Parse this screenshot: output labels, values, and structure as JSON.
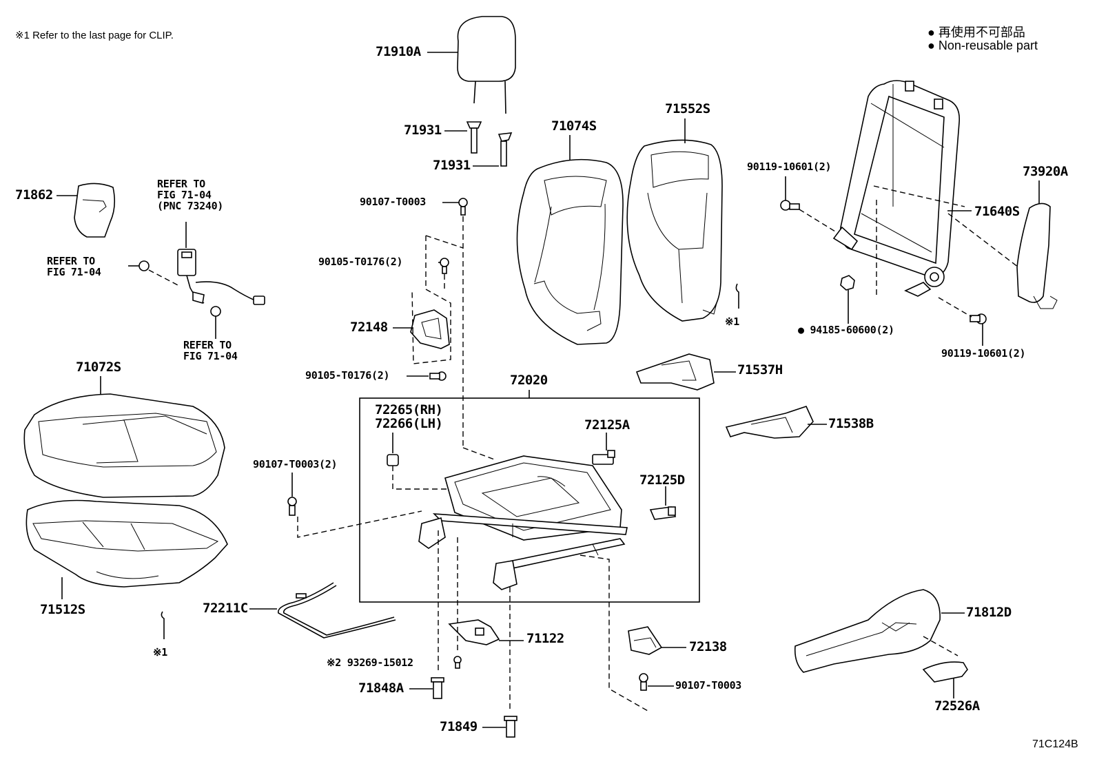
{
  "header": {
    "note_clip": "※1 Refer to the last page for CLIP.",
    "legend_jp": "● 再使用不可部品",
    "legend_en": "● Non-reusable part",
    "figure_code": "71C124B"
  },
  "parts": {
    "p71910A": "71910A",
    "p71931_a": "71931",
    "p71931_b": "71931",
    "p71074S": "71074S",
    "p71552S": "71552S",
    "p90119_a": "90119-10601(2)",
    "p73920A": "73920A",
    "p71640S": "71640S",
    "p71862": "71862",
    "seatbelt_ref": "REFER TO\nFIG 71-04\n(PNC 73240)",
    "ref_a": "REFER TO\nFIG 71-04",
    "ref_b": "REFER TO\nFIG 71-04",
    "p90107_a": "90107-T0003",
    "p90105_a": "90105-T0176(2)",
    "p72148": "72148",
    "p90105_b": "90105-T0176(2)",
    "clip_ref_a": "※1",
    "p94185": "● 94185-60600(2)",
    "p90119_b": "90119-10601(2)",
    "p71537H": "71537H",
    "p71072S": "71072S",
    "p72020": "72020",
    "p72265": "72265(RH)",
    "p72266": "72266(LH)",
    "p72125A": "72125A",
    "p71538B": "71538B",
    "p90107_b": "90107-T0003(2)",
    "p72125D": "72125D",
    "p71512S": "71512S",
    "clip_ref_b": "※1",
    "p72211C": "72211C",
    "p71122": "71122",
    "p93269": "※2 93269-15012",
    "p71848A": "71848A",
    "p72138": "72138",
    "p90107_c": "90107-T0003",
    "p71812D": "71812D",
    "p72526A": "72526A",
    "p71849": "71849"
  }
}
